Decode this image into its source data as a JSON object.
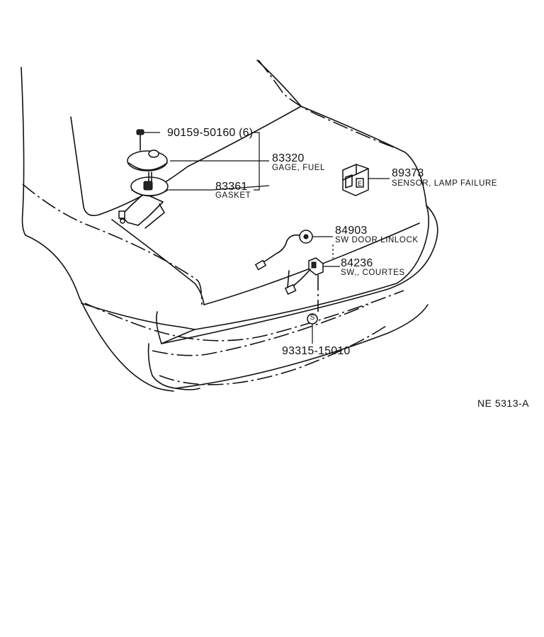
{
  "parts": [
    {
      "id": "bolt",
      "number": "90159-50160 (6)",
      "description": ""
    },
    {
      "id": "gage",
      "number": "83320",
      "description": "GAGE, FUEL"
    },
    {
      "id": "gasket",
      "number": "83361",
      "description": "GASKET"
    },
    {
      "id": "sensor",
      "number": "89373",
      "description": "SENSOR, LAMP FAILURE"
    },
    {
      "id": "door-switch",
      "number": "84903",
      "description": "SW DOOR LINLOCK"
    },
    {
      "id": "courtesy-switch",
      "number": "84236",
      "description": "SW,, COURTES"
    },
    {
      "id": "screw",
      "number": "93315-15010",
      "description": ""
    }
  ],
  "screw_marker": "S",
  "reference_code": "NE 5313-A"
}
